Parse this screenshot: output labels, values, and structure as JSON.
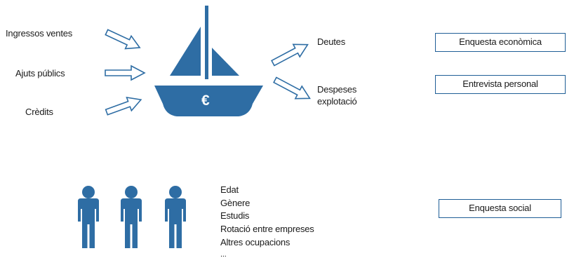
{
  "inputs": [
    {
      "label": "Ingressos ventes"
    },
    {
      "label": "Ajuts públics"
    },
    {
      "label": "Crèdits"
    }
  ],
  "outputs": [
    {
      "label": "Deutes"
    },
    {
      "label": "Despeses\nexplotació"
    }
  ],
  "boat": {
    "currency_symbol": "€"
  },
  "boxes": {
    "economic_survey": "Enquesta econòmica",
    "personal_interview": "Entrevista personal",
    "social_survey": "Enquesta social"
  },
  "social_attributes": [
    "Edat",
    "Gènere",
    "Estudis",
    "Rotació entre empreses",
    "Altres ocupacions",
    "..."
  ],
  "colors": {
    "primary_blue": "#2e6da4",
    "arrow_stroke": "#2e6da4",
    "box_border": "#1f5e96"
  }
}
